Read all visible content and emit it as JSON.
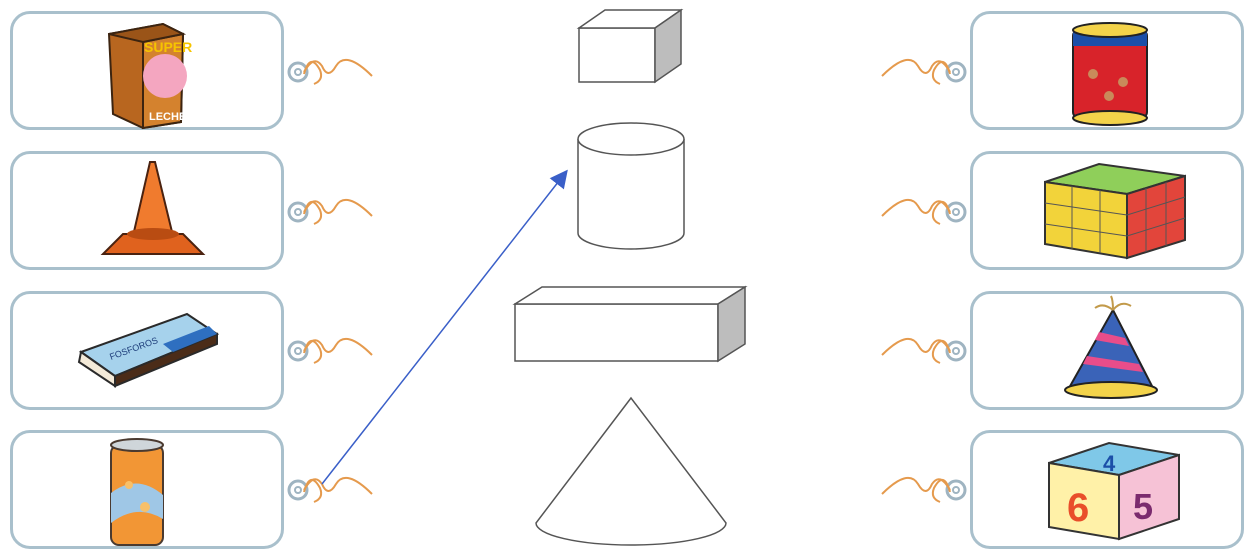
{
  "worksheet": {
    "left_items": [
      {
        "name": "milk-carton",
        "label_top": "SUPER",
        "label_bottom": "LECHE"
      },
      {
        "name": "traffic-cone"
      },
      {
        "name": "matchbox",
        "label": "FOSFOROS"
      },
      {
        "name": "soda-can"
      }
    ],
    "right_items": [
      {
        "name": "food-can"
      },
      {
        "name": "rubiks-cube"
      },
      {
        "name": "party-hat"
      },
      {
        "name": "toy-block",
        "digits": [
          "4",
          "6",
          "5"
        ]
      }
    ],
    "shapes": [
      "cube",
      "cylinder",
      "rectangular-prism",
      "cone"
    ],
    "example_arrow": {
      "from": "soda-can",
      "to": "cylinder"
    },
    "colors": {
      "card_border": "#a9c0cc",
      "string": "#e59a4d",
      "ring": "#9fb4c1",
      "arrow": "#3a5fc8",
      "shape_stroke": "#555555",
      "shape_shade": "#bdbdbd"
    }
  }
}
